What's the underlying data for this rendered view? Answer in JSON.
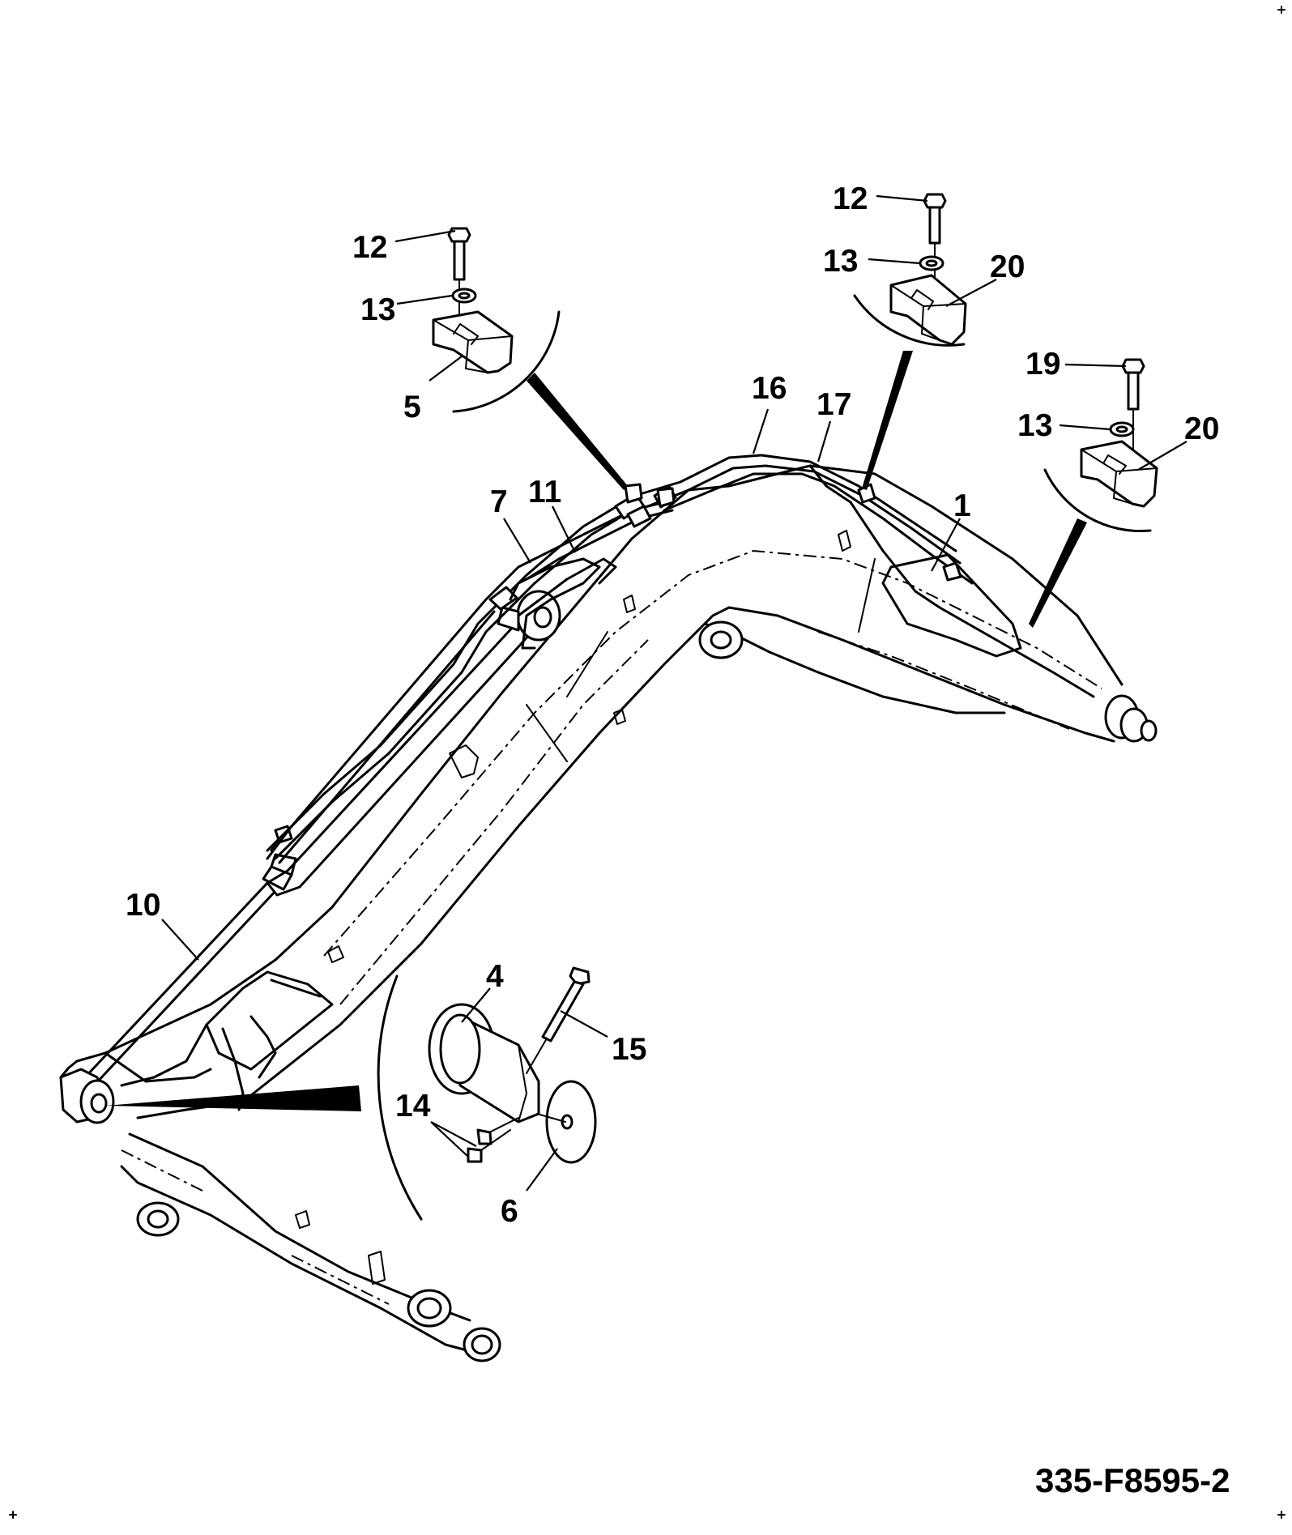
{
  "figure": {
    "reference": "335-F8595-2"
  },
  "callouts": {
    "c1": "1",
    "c4": "4",
    "c5": "5",
    "c6": "6",
    "c7": "7",
    "c10": "10",
    "c11": "11",
    "c12a": "12",
    "c12b": "12",
    "c13a": "13",
    "c13b": "13",
    "c13c": "13",
    "c14": "14",
    "c15": "15",
    "c16": "16",
    "c17": "17",
    "c19": "19",
    "c20a": "20",
    "c20b": "20"
  }
}
